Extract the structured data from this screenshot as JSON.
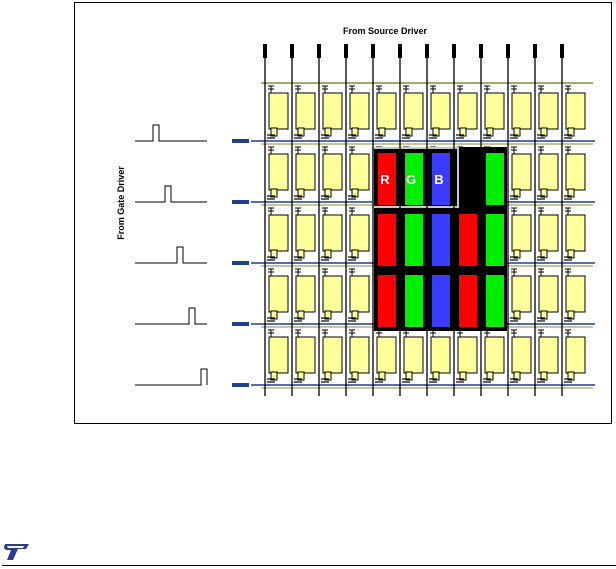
{
  "labels": {
    "source_driver": "From Source Driver",
    "gate_driver": "From Gate Driver",
    "pixel_r": "R",
    "pixel_g": "G",
    "pixel_b": "B"
  },
  "grid": {
    "columns": 12,
    "rows": 5
  },
  "gate_pulses": 5,
  "colors": {
    "cell_fill": "#ffff9c",
    "cell_stroke": "#000000",
    "gate_line": "#1f3f8f",
    "top_line": "#8c8c3c",
    "red": "#ff0000",
    "green": "#00ee00",
    "blue": "#3b3bff",
    "panel_bg": "#000000",
    "logo": "#2a3d8f"
  },
  "logo_name": "st-logo-icon"
}
